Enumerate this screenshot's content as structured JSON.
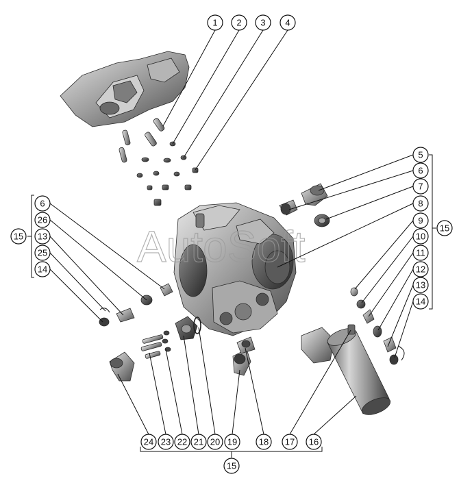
{
  "watermark": "AutoSoft",
  "callouts": {
    "c1": "1",
    "c2": "2",
    "c3": "3",
    "c4": "4",
    "c5": "5",
    "c6r": "6",
    "c7": "7",
    "c8": "8",
    "c9": "9",
    "c10": "10",
    "c11": "11",
    "c12": "12",
    "c13r": "13",
    "c14r": "14",
    "c15r": "15",
    "c6l": "6",
    "c26": "26",
    "c13l": "13",
    "c25": "25",
    "c14l": "14",
    "c15l": "15",
    "c24": "24",
    "c23": "23",
    "c22": "22",
    "c21": "21",
    "c20": "20",
    "c19": "19",
    "c18": "18",
    "c17": "17",
    "c16": "16",
    "c15b": "15"
  }
}
